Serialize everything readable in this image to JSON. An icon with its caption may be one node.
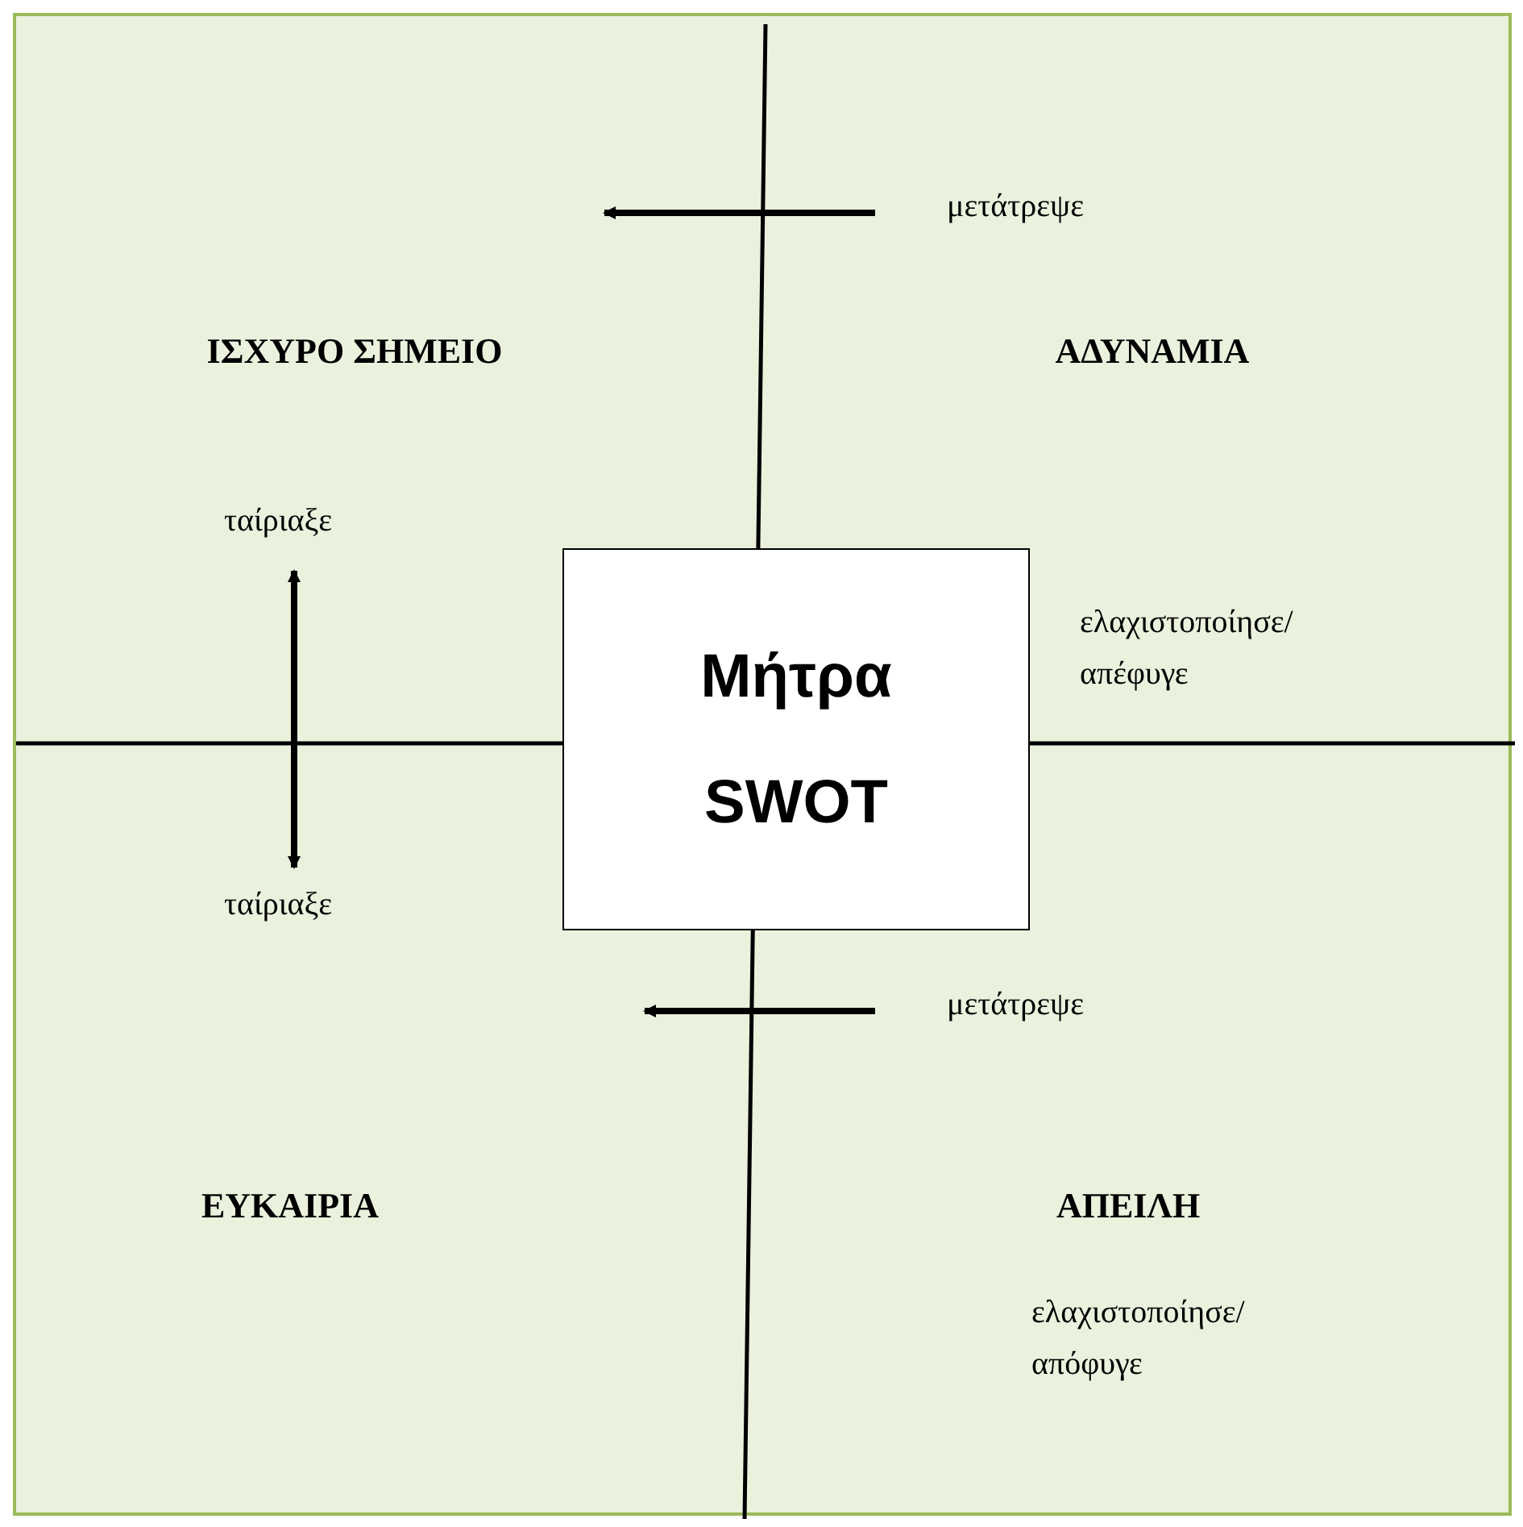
{
  "diagram": {
    "nodes": [
      {
        "text": [
          "Μήτρα SWOT"
        ]
      },
      {
        "text": [
          "ΙΣΧΥΡΟ ΣΗΜΕΙΟ"
        ]
      },
      {
        "text": [
          "ΑΔΥΝΑΜΙΑ"
        ]
      },
      {
        "text": [
          "ΕΥΚΑΙΡΙΑ"
        ]
      },
      {
        "text": [
          "ΑΠΕΙΛΗ"
        ]
      },
      {
        "text": [
          "μετάτρεψε"
        ]
      },
      {
        "text": [
          "ταίριαξε"
        ]
      },
      {
        "text": [
          "ταίριαξε"
        ]
      },
      {
        "text": [
          "μετάτρεψε"
        ]
      }
    ],
    "edges": [
      {
        "from": 5,
        "to": null,
        "arrow": "to"
      },
      {
        "from": 6,
        "to": 7,
        "arrow": "both"
      },
      {
        "from": 8,
        "to": null,
        "arrow": "to"
      }
    ],
    "labels": [
      "ελαχιστοποίησε/ απέφυγε",
      "ελαχιστοποίησε/ απόφυγε"
    ]
  }
}
